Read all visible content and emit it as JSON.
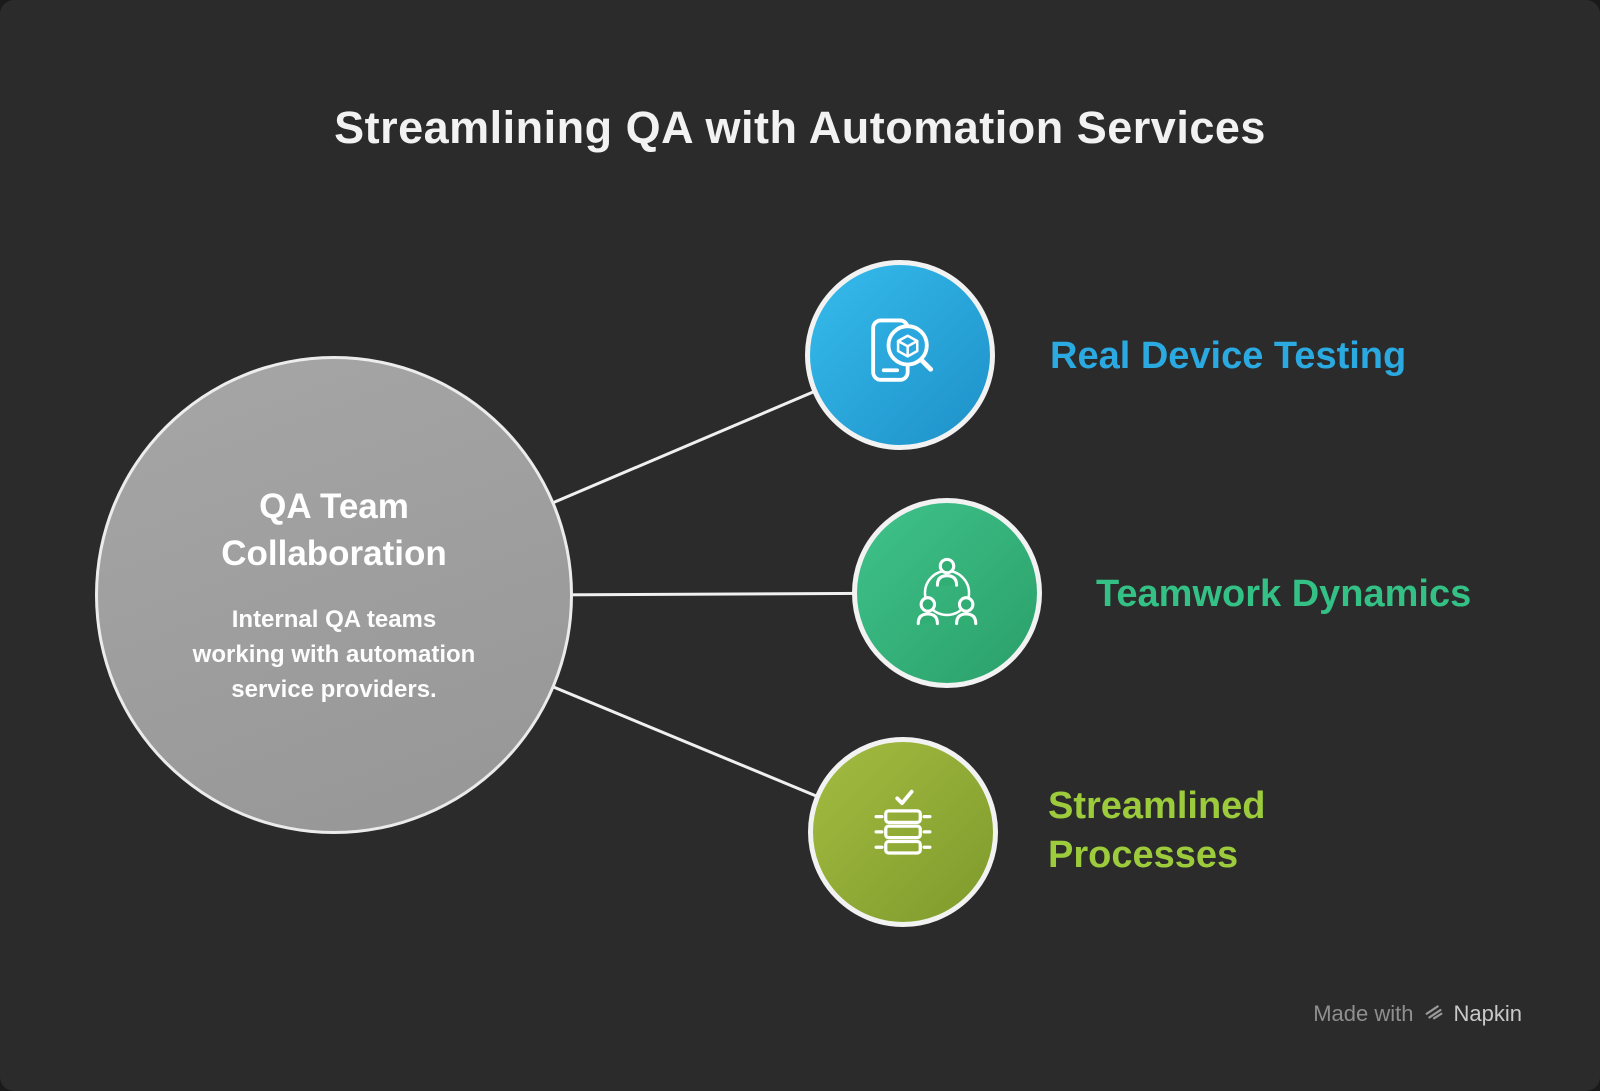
{
  "title": "Streamlining QA with Automation Services",
  "center_node": {
    "heading": "QA Team Collaboration",
    "body": "Internal QA teams working with automation service providers."
  },
  "nodes": [
    {
      "label": "Real Device Testing",
      "label_color": "#2ba9e1",
      "circle_gradient_start": "#36bcec",
      "circle_gradient_end": "#1d90c8",
      "icon": "device-search-icon"
    },
    {
      "label": "Teamwork Dynamics",
      "label_color": "#33c185",
      "circle_gradient_start": "#3fc38b",
      "circle_gradient_end": "#2b9f69",
      "icon": "team-network-icon"
    },
    {
      "label": "Streamlined Processes",
      "label_color": "#9ccb3b",
      "circle_gradient_start": "#a3bc41",
      "circle_gradient_end": "#7e9a2b",
      "icon": "process-stack-check-icon"
    }
  ],
  "footer": {
    "made_with_label": "Made with",
    "brand": "Napkin"
  },
  "colors": {
    "background": "#2b2b2b",
    "title_text": "#f2f2f2",
    "center_circle_fill": "#9e9e9e",
    "center_text": "#ffffff",
    "connector": "#f0f0f0"
  }
}
